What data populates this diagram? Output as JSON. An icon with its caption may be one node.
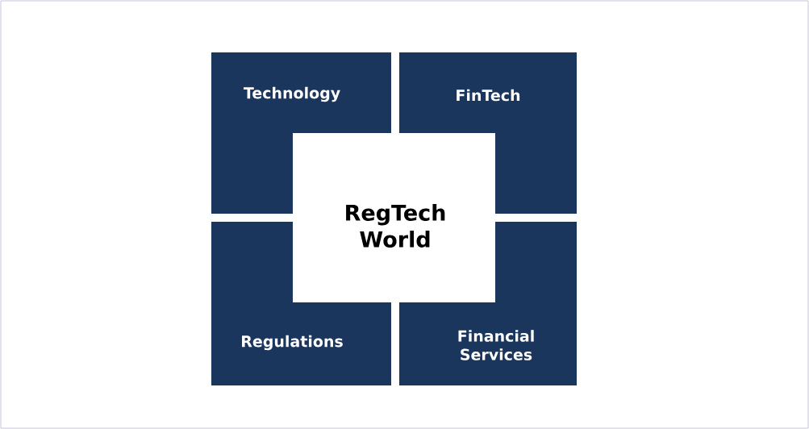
{
  "diagram": {
    "nodes": [
      {
        "text": [
          "Technology"
        ]
      },
      {
        "text": [
          "FinTech"
        ]
      },
      {
        "text": [
          "RegTech World"
        ]
      },
      {
        "text": [
          "Regulations"
        ]
      },
      {
        "text": [
          "Financial Services"
        ]
      }
    ]
  }
}
